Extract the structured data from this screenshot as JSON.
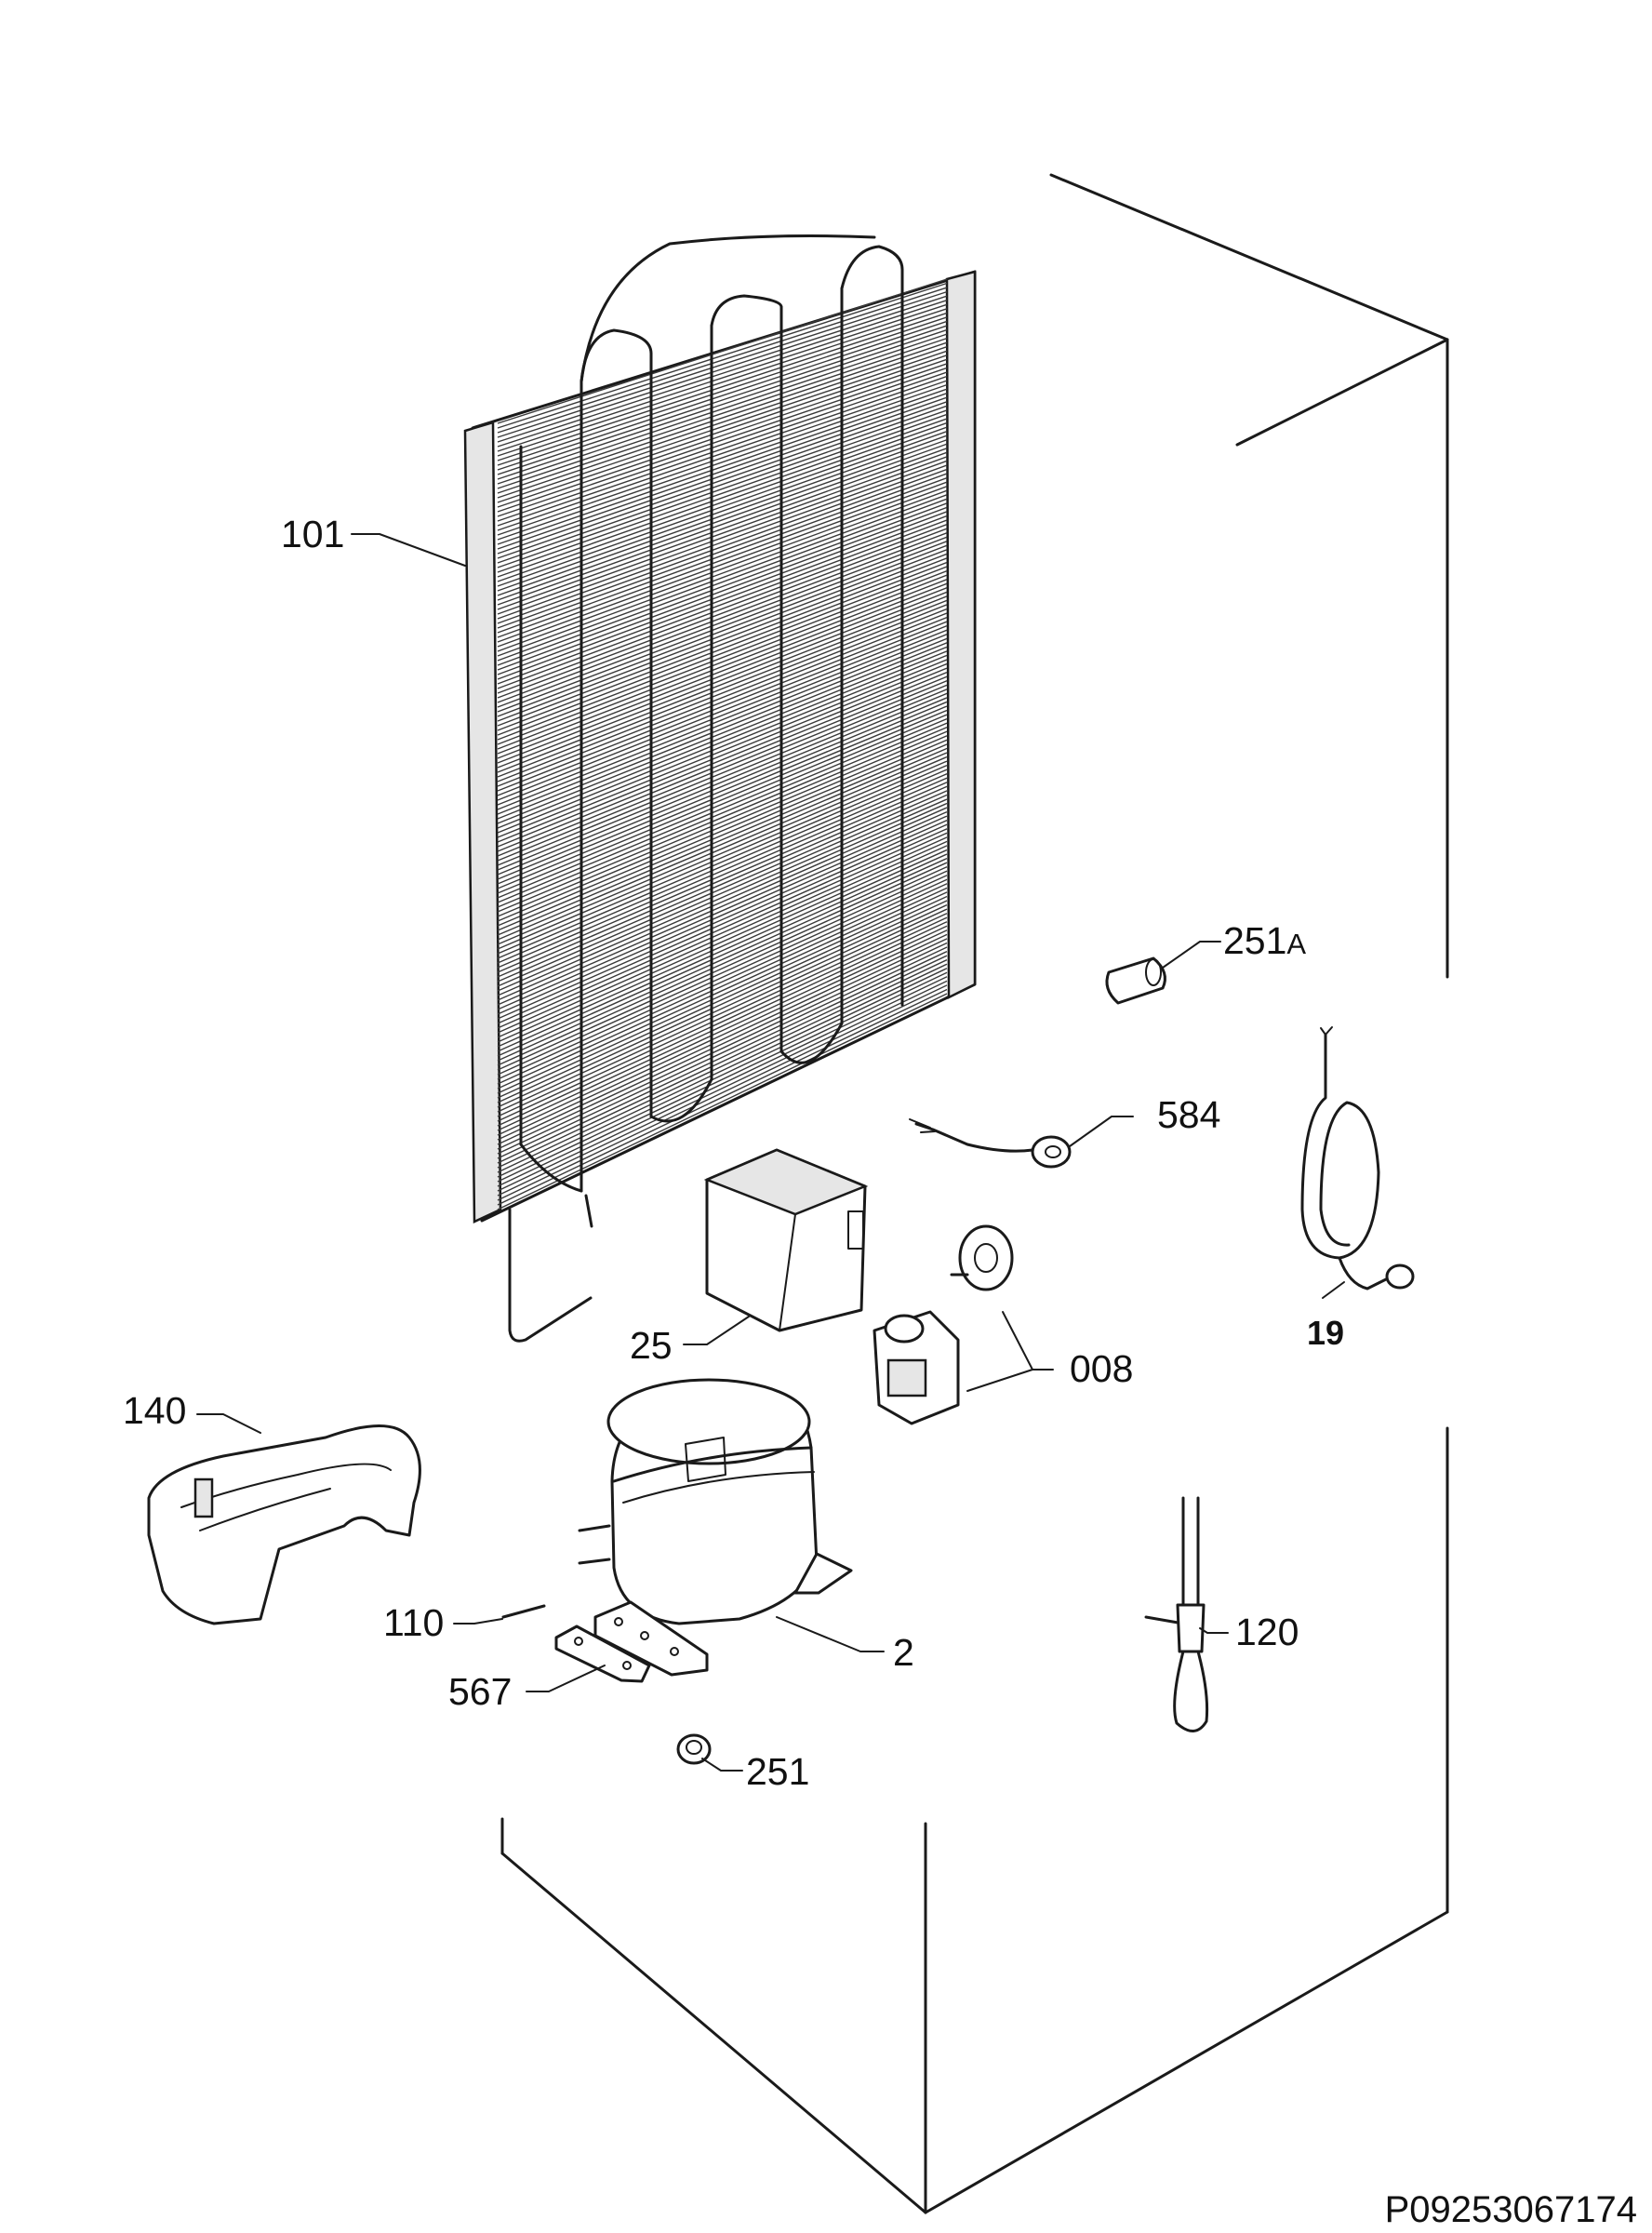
{
  "diagram": {
    "reference_code": "P09253067174",
    "callouts": {
      "condenser": "101",
      "drier_251a": "251",
      "drier_251a_suffix": "A",
      "cable_584": "584",
      "power_cord": "19",
      "relay_box": "25",
      "starter_relay": "008",
      "drip_tray": "140",
      "process_tube": "110",
      "compressor": "2",
      "mounting_plate": "567",
      "grommet": "251",
      "heater_element": "120"
    }
  }
}
